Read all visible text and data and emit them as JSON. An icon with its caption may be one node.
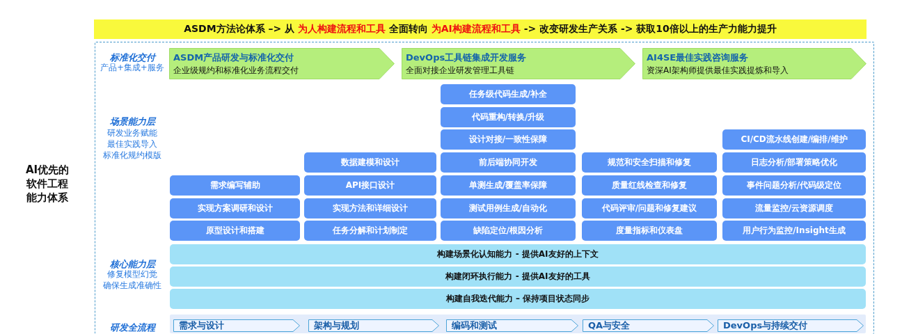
{
  "diagram": {
    "nodes": [
      {
        "text": [
          "ASDM方法论体系 –> 从",
          "为人构建流程和工具",
          "全面转向",
          "为AI构建流程和工具",
          "-> 改变研发生产关系 -> 获取10倍以上的生产力能力提升"
        ]
      },
      {
        "text": [],
        "shape": "box"
      },
      {
        "text": [
          "ASDM产品研发与标准化交付",
          "企业级规约和标准化业务流程交付"
        ],
        "in": 1
      },
      {
        "text": [
          "DevOps工具链集成开发服务",
          "全面对接企业研发管理工具链"
        ],
        "in": 1
      },
      {
        "text": [
          "AI4SE最佳实践咨询服务",
          "资深AI架构师提供最佳实践提炼和导入"
        ],
        "in": 1
      },
      {
        "text": [
          "任务级代码生成/补全"
        ],
        "in": 1
      },
      {
        "text": [
          "代码重构/转换/升级"
        ],
        "in": 1
      },
      {
        "text": [
          "设计对接/一致性保障"
        ],
        "in": 1
      },
      {
        "text": [
          "CI/CD流水线创建/编排/维护"
        ],
        "in": 1
      },
      {
        "text": [
          "数据建模和设计"
        ],
        "in": 1
      },
      {
        "text": [
          "前后端协同开发"
        ],
        "in": 1
      },
      {
        "text": [
          "规范和安全扫描和修复"
        ],
        "in": 1
      },
      {
        "text": [
          "日志分析/部署策略优化"
        ],
        "in": 1
      },
      {
        "text": [
          "需求编写辅助"
        ],
        "in": 1
      },
      {
        "text": [
          "API接口设计"
        ],
        "in": 1
      },
      {
        "text": [
          "单测生成/覆盖率保障"
        ],
        "in": 1
      },
      {
        "text": [
          "质量红线检查和修复"
        ],
        "in": 1
      },
      {
        "text": [
          "事件问题分析/代码级定位"
        ],
        "in": 1
      },
      {
        "text": [
          "实现方案调研和设计"
        ],
        "in": 1
      },
      {
        "text": [
          "实现方法和详细设计"
        ],
        "in": 1
      },
      {
        "text": [
          "测试用例生成/自动化"
        ],
        "in": 1
      },
      {
        "text": [
          "代码评审/问题和修复建议"
        ],
        "in": 1
      },
      {
        "text": [
          "流量监控/云资源调度"
        ],
        "in": 1
      },
      {
        "text": [
          "原型设计和搭建"
        ],
        "in": 1
      },
      {
        "text": [
          "任务分解和计划制定"
        ],
        "in": 1
      },
      {
        "text": [
          "缺陷定位/根因分析"
        ],
        "in": 1
      },
      {
        "text": [
          "度量指标和仪表盘"
        ],
        "in": 1
      },
      {
        "text": [
          "用户行为监控/Insight生成"
        ],
        "in": 1
      },
      {
        "text": [
          "构建场景化认知能力 - 提供AI友好的上下文"
        ],
        "in": 1
      },
      {
        "text": [
          "构建闭环执行能力 - 提供AI友好的工具"
        ],
        "in": 1
      },
      {
        "text": [
          "构建自我迭代能力 – 保持项目状态同步"
        ],
        "in": 1
      },
      {
        "text": [],
        "shape": "box",
        "in": 1
      },
      {
        "text": [
          "需求与设计"
        ],
        "in": 31
      },
      {
        "text": [
          "架构与规划"
        ],
        "in": 31
      },
      {
        "text": [
          "编码和测试"
        ],
        "in": 31
      },
      {
        "text": [
          "QA与安全"
        ],
        "in": 31
      },
      {
        "text": [
          "DevOps与持续交付"
        ],
        "in": 31
      }
    ],
    "labels": [
      "AI优先的软件工程能力体系",
      "标准化交付",
      "产品+集成+服务",
      "场景能力层",
      "研发业务赋能",
      "最佳实践导入",
      "标准化规约模版",
      "核心能力层",
      "修复模型幻觉",
      "确保生成准确性",
      "研发全流程"
    ]
  }
}
